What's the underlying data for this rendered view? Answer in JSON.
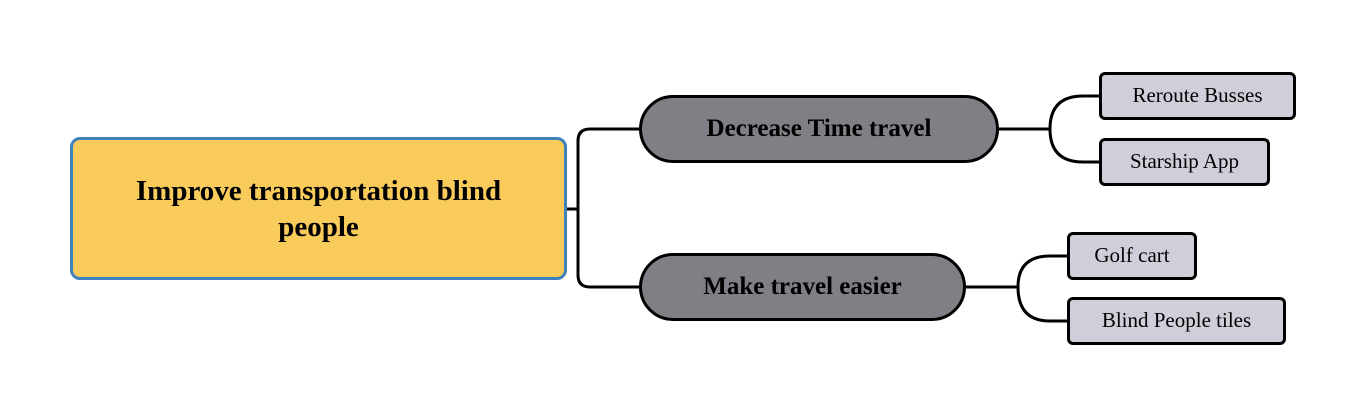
{
  "mindmap": {
    "central_topic": "Improve transportation blind people",
    "branches": [
      {
        "label": "Decrease Time travel",
        "children": [
          {
            "label": "Reroute Busses"
          },
          {
            "label": "Starship App"
          }
        ]
      },
      {
        "label": "Make travel easier",
        "children": [
          {
            "label": "Golf cart"
          },
          {
            "label": "Blind People tiles"
          }
        ]
      }
    ]
  },
  "colors": {
    "central_fill": "#f9cb5a",
    "central_border": "#3e82bd",
    "branch_fill": "#7f7f85",
    "leaf_fill": "#d0cfd9",
    "connector": "#000000"
  }
}
